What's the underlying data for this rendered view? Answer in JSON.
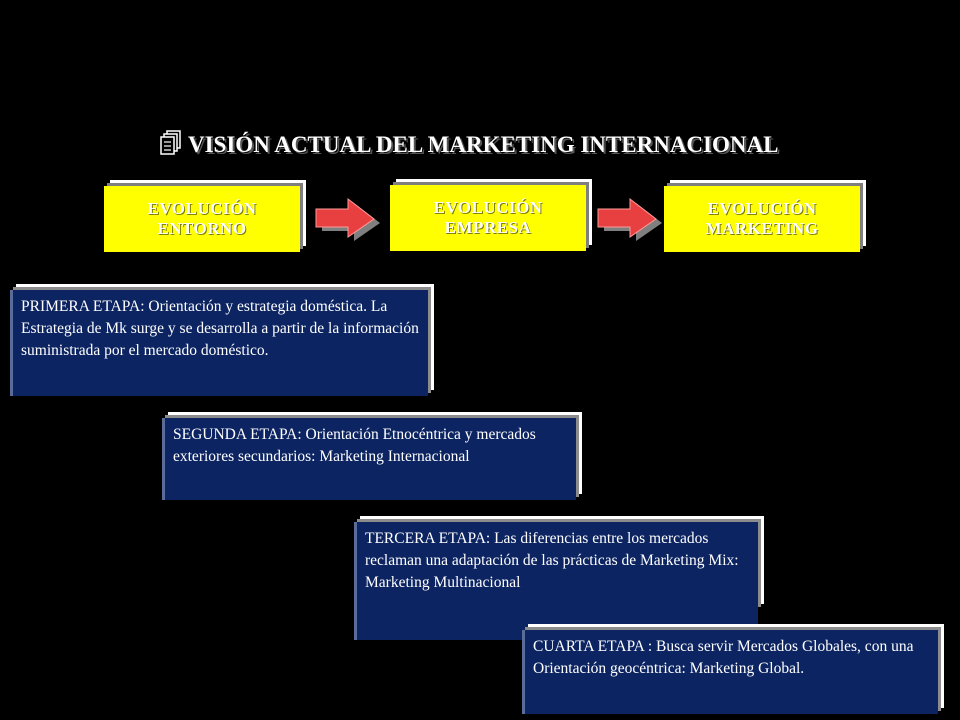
{
  "title": "VISIÓN ACTUAL DEL MARKETING INTERNACIONAL",
  "title_icon": "document-stack-icon",
  "evolution_boxes": [
    {
      "label": "EVOLUCIÓN\n ENTORNO"
    },
    {
      "label": "EVOLUCIÓN\nEMPRESA"
    },
    {
      "label": "EVOLUCIÓN\n MARKETING"
    }
  ],
  "stages": [
    {
      "text": "PRIMERA ETAPA: Orientación y estrategia doméstica. La Estrategia de Mk surge y se desarrolla a partir de la información suministrada por el mercado doméstico."
    },
    {
      "text": "SEGUNDA ETAPA: Orientación Etnocéntrica y mercados exteriores secundarios: Marketing Internacional"
    },
    {
      "text": "TERCERA ETAPA: Las diferencias entre los mercados reclaman una adaptación de las prácticas de Marketing Mix: Marketing Multinacional"
    },
    {
      "text": "CUARTA ETAPA : Busca servir Mercados Globales, con una Orientación geocéntrica: Marketing  Global."
    }
  ],
  "colors": {
    "background": "#000000",
    "evolution_box": "#ffff00",
    "stage_box": "#0c2461",
    "arrow": "#e84040"
  }
}
